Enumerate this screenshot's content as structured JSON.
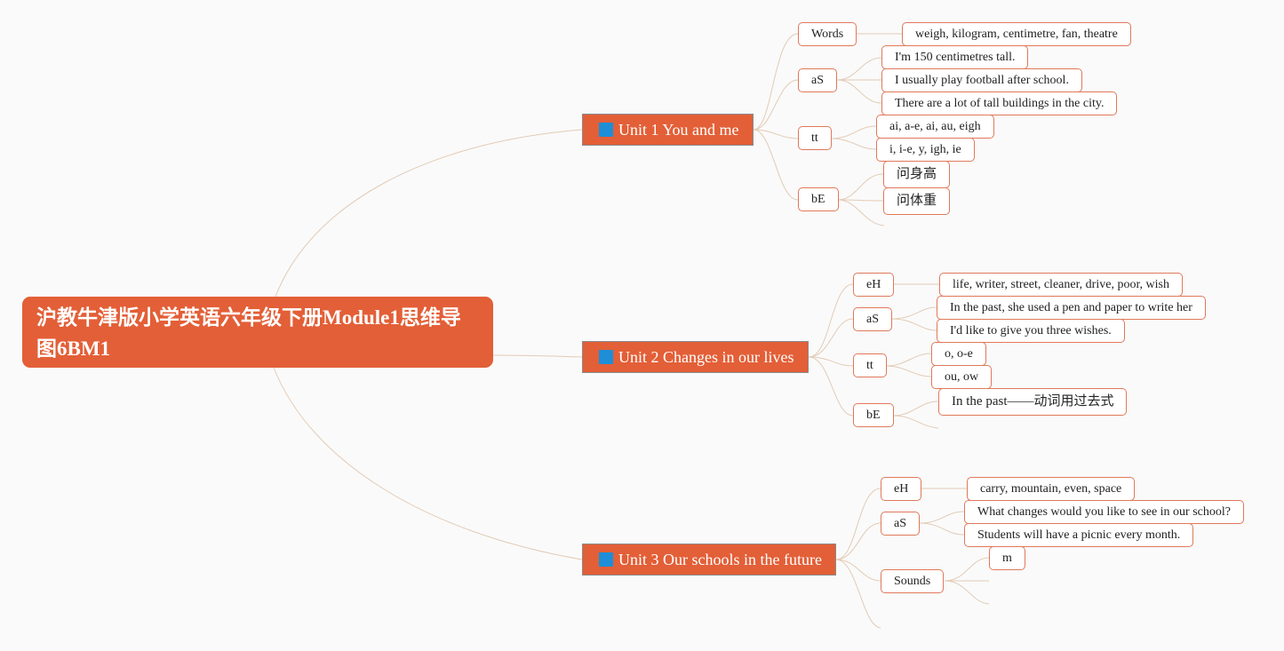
{
  "root": {
    "title": "沪教牛津版小学英语六年级下册Module1思维导图6BM1"
  },
  "units": [
    {
      "title": "Unit 1 You and me",
      "branches": [
        {
          "label": "Words",
          "items": [
            "weigh, kilogram, centimetre, fan, theatre"
          ]
        },
        {
          "label": "aS",
          "items": [
            "I'm 150 centimetres tall.",
            "I usually play football after school.",
            "There are a lot of tall buildings in the city."
          ]
        },
        {
          "label": "tt",
          "items": [
            "ai, a-e, ai, au, eigh",
            "i, i-e, y, igh, ie"
          ]
        },
        {
          "label": "bE",
          "items": [
            "问身高",
            "问体重"
          ]
        }
      ]
    },
    {
      "title": "Unit 2 Changes in our lives",
      "branches": [
        {
          "label": "eH",
          "items": [
            "life, writer, street, cleaner, drive, poor, wish"
          ]
        },
        {
          "label": "aS",
          "items": [
            "In the past, she used a pen and paper to write her",
            "I'd like to give you three wishes."
          ]
        },
        {
          "label": "tt",
          "items": [
            "o, o-e",
            "ou, ow"
          ]
        },
        {
          "label": "bE",
          "items": [
            "In the past——动词用过去式"
          ]
        }
      ]
    },
    {
      "title": "Unit 3 Our schools in the future",
      "branches": [
        {
          "label": "eH",
          "items": [
            "carry, mountain, even, space"
          ]
        },
        {
          "label": "aS",
          "items": [
            "What changes would you like to see in our school?",
            "Students will have a picnic every month."
          ]
        },
        {
          "label": "Sounds",
          "items": [
            "m"
          ]
        }
      ]
    }
  ],
  "colors": {
    "node_fill": "#e35f37",
    "node_border": "#e0795a",
    "link": "#e3cbb5",
    "unit_icon": "#1e8ed8"
  }
}
